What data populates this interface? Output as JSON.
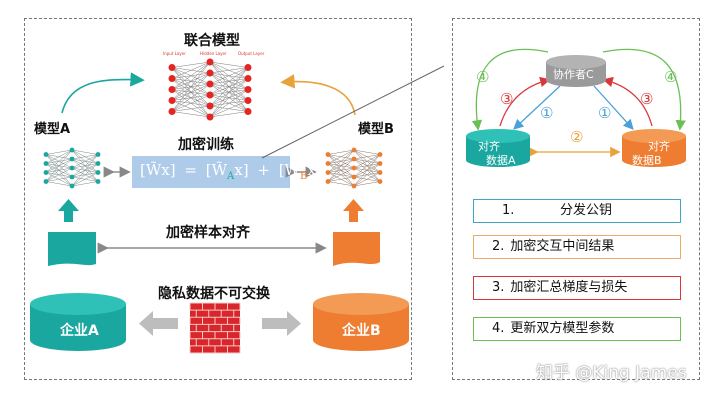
{
  "left_panel": {
    "federated_model_title": "联合模型",
    "nn_layer_labels": [
      "Input Layer",
      "Hidden Layer",
      "Output Layer"
    ],
    "model_a_label": "模型A",
    "model_b_label": "模型B",
    "encrypted_training_label": "加密训练",
    "formula": {
      "left": "[W̃x]",
      "equals": "=",
      "term_a": "[W̃",
      "sub_a": "A",
      "term_a_end": "x]",
      "plus": "+",
      "term_b": "[W̃",
      "sub_b": "B",
      "term_b_end": "x]"
    },
    "sample_alignment_label": "加密样本对齐",
    "privacy_label": "隐私数据不可交换",
    "company_a_label": "企业A",
    "company_b_label": "企业B"
  },
  "right_panel": {
    "collaborator_label": "协作者C",
    "party_a_label_line1": "对齐",
    "party_a_label_line2": "数据A",
    "party_b_label_line1": "对齐",
    "party_b_label_line2": "数据B",
    "edge_markers": {
      "outer_left": "④",
      "outer_right": "④",
      "red_left": "③",
      "red_right": "③",
      "blue_left": "①",
      "blue_right": "①",
      "middle": "②"
    },
    "steps": [
      {
        "num": "1.",
        "text": "分发公钥"
      },
      {
        "num": "2.",
        "text": "加密交互中间结果"
      },
      {
        "num": "3.",
        "text": "加密汇总梯度与损失"
      },
      {
        "num": "4.",
        "text": "更新双方模型参数"
      }
    ]
  },
  "watermark": "知乎 @King James",
  "colors": {
    "teal": "#1aa79f",
    "orange": "#ee7d31",
    "gray_cyl": "#9a9a9a",
    "neuron_red": "#e52520",
    "formula_bg": "#aecbe9",
    "step1_border": "#3fa6c8",
    "step2_border": "#e8ad6a",
    "step3_border": "#d9383a",
    "step4_border": "#6abf55",
    "arrow_blue": "#4aa0d8",
    "arrow_red": "#d9383a",
    "arrow_green": "#6abf55",
    "arrow_orange": "#e8a23a"
  }
}
